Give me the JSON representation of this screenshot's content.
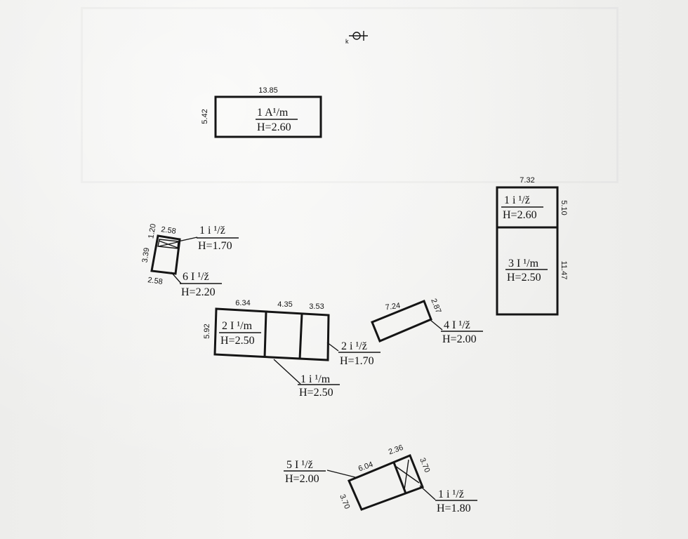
{
  "north_arrow": {
    "label": "k"
  },
  "buildings": [
    {
      "id": "b1",
      "class_label": "1 A¹/m",
      "height_label": "H=2.60",
      "dims": [
        "13.85",
        "5.42"
      ]
    },
    {
      "id": "b2",
      "class_label": "1 i ¹/ž",
      "height_label": "H=1.70",
      "dims": [
        "1.20",
        "2.58"
      ]
    },
    {
      "id": "b3",
      "class_label": "6 I ¹/ž",
      "height_label": "H=2.20",
      "dims": [
        "3.39",
        "2.58"
      ]
    },
    {
      "id": "b4",
      "class_label": "2 I ¹/m",
      "height_label": "H=2.50",
      "dims": [
        "6.34",
        "4.35",
        "3.53",
        "5.92"
      ]
    },
    {
      "id": "b5",
      "class_label": "1 i ¹/m",
      "height_label": "H=2.50"
    },
    {
      "id": "b6",
      "class_label": "2 i ¹/ž",
      "height_label": "H=1.70"
    },
    {
      "id": "b7",
      "class_label": "4 I ¹/ž",
      "height_label": "H=2.00",
      "dims": [
        "7.24",
        "2.87"
      ]
    },
    {
      "id": "b8",
      "class_label": "1 i ¹/ž",
      "height_label": "H=2.60",
      "dims": [
        "7.32",
        "5.10"
      ]
    },
    {
      "id": "b9",
      "class_label": "3 I ¹/m",
      "height_label": "H=2.50",
      "dims": [
        "11.47"
      ]
    },
    {
      "id": "b10",
      "class_label": "5 I ¹/ž",
      "height_label": "H=2.00",
      "dims": [
        "6.04",
        "2.36",
        "3.70",
        "3.70"
      ]
    },
    {
      "id": "b11",
      "class_label": "1 i ¹/ž",
      "height_label": "H=1.80"
    }
  ]
}
